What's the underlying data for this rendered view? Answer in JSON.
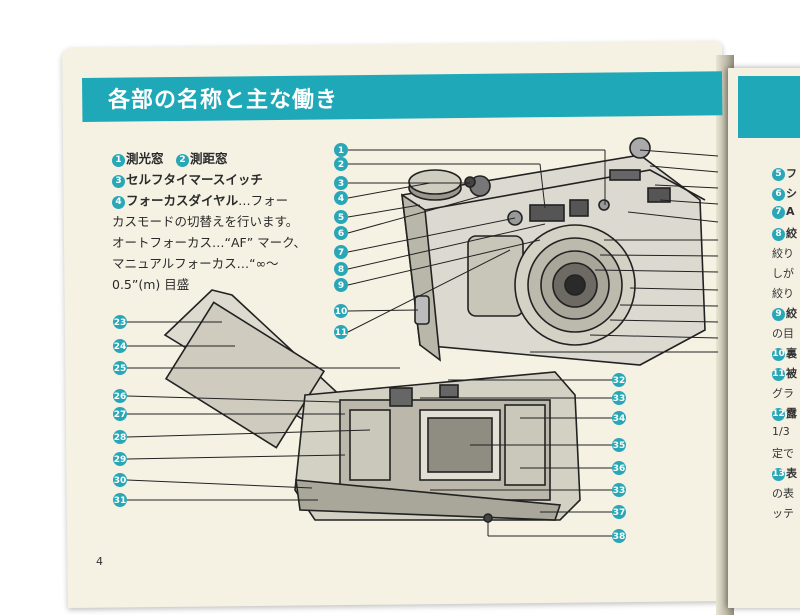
{
  "title": "各部の名称と主な働き",
  "page_number": "4",
  "colors": {
    "accent": "#1fa8b8",
    "paper": "#f5f2e4"
  },
  "left_desc": [
    {
      "items": [
        {
          "n": "1",
          "label": "測光窓"
        },
        {
          "n": "2",
          "label": "測距窓"
        }
      ]
    },
    {
      "items": [
        {
          "n": "3",
          "label": "セルフタイマースイッチ"
        }
      ]
    },
    {
      "items": [
        {
          "n": "4",
          "label": "フォーカスダイヤル"
        }
      ],
      "suffix": "…フォー"
    },
    {
      "text": "カスモードの切替えを行います。"
    },
    {
      "text": "オートフォーカス…“AF” マーク、"
    },
    {
      "text": "マニュアルフォーカス…“∞〜"
    },
    {
      "text": "0.5”(m) 目盛"
    }
  ],
  "right_desc": [
    {
      "n": "5",
      "label": "フ"
    },
    {
      "n": "6",
      "label": "シ"
    },
    {
      "n": "7",
      "label": "A"
    },
    {
      "n": "8",
      "label": "絞",
      "text": ""
    },
    {
      "text": "絞り"
    },
    {
      "text": "しが"
    },
    {
      "text": "絞り"
    },
    {
      "n": "9",
      "label": "絞"
    },
    {
      "text": "の目"
    },
    {
      "n": "10",
      "label": "裏"
    },
    {
      "n": "11",
      "label": "被"
    },
    {
      "text": "グラ"
    },
    {
      "n": "12",
      "label": "露"
    },
    {
      "text": "1/3"
    },
    {
      "text": "定で"
    },
    {
      "n": "13",
      "label": "表"
    },
    {
      "text": "の表"
    },
    {
      "text": "ッテ"
    }
  ],
  "callouts_top_left": [
    "1",
    "2",
    "3",
    "4",
    "5",
    "6",
    "7",
    "8",
    "9",
    "10",
    "11"
  ],
  "callouts_bottom_left": [
    "23",
    "24",
    "25",
    "26",
    "27",
    "28",
    "29",
    "30",
    "31"
  ],
  "callouts_bottom_right": [
    "32",
    "33",
    "34",
    "35",
    "36",
    "33",
    "37",
    "38"
  ]
}
